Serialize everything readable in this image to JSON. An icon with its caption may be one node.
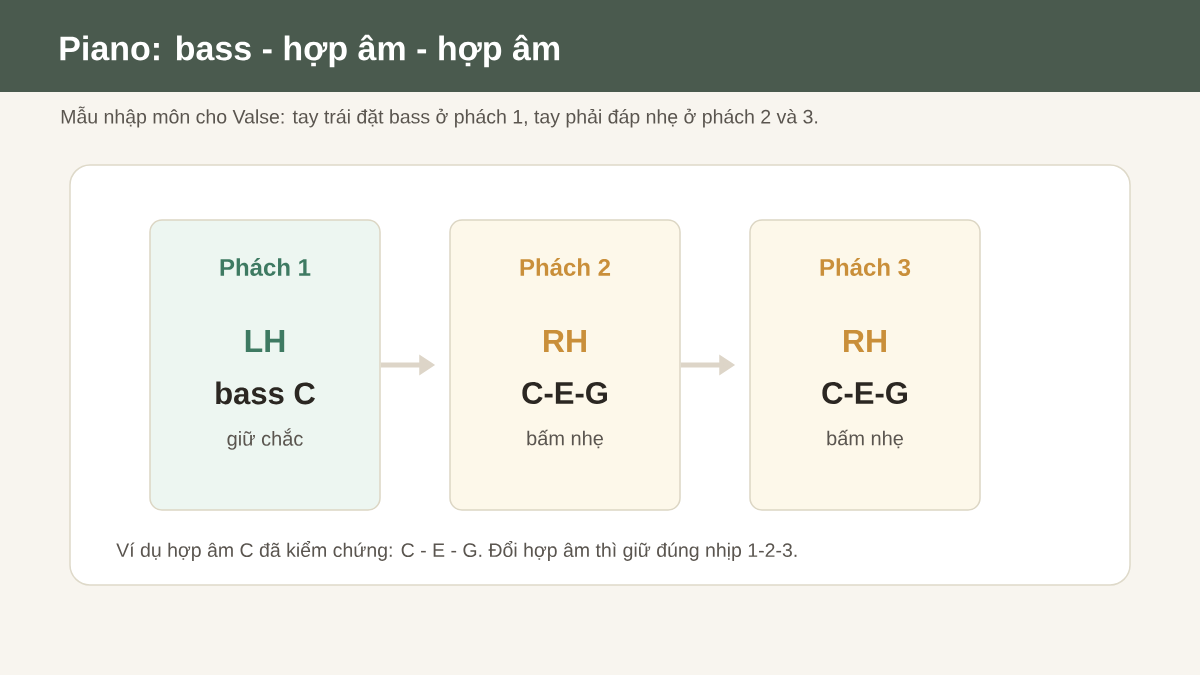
{
  "diagram": {
    "title": "Piano: bass - hợp âm - hợp âm",
    "nodes": [
      {
        "text": [
          "Ví dụ hợp âm C đã kiểm chứng: C - E - G. Đổi hợp âm thì giữ đúng nhịp 1-2-3."
        ]
      },
      {
        "text": [
          "Phách 1",
          "LH",
          "bass C",
          "giữ chắc"
        ],
        "in": 0
      },
      {
        "text": [
          "Phách 2",
          "RH",
          "C-E-G",
          "bấm nhẹ"
        ],
        "in": 0
      },
      {
        "text": [
          "Phách 3",
          "RH",
          "C-E-G",
          "bấm nhẹ"
        ],
        "in": 0
      }
    ],
    "edges": [
      {
        "from": 1,
        "to": 2,
        "arrow": "to"
      },
      {
        "from": 2,
        "to": 3,
        "arrow": "to"
      }
    ],
    "labels": [
      "Mẫu nhập môn cho Valse: tay trái đặt bass ở phách 1, tay phải đáp nhẹ ở phách 2 và 3."
    ]
  }
}
